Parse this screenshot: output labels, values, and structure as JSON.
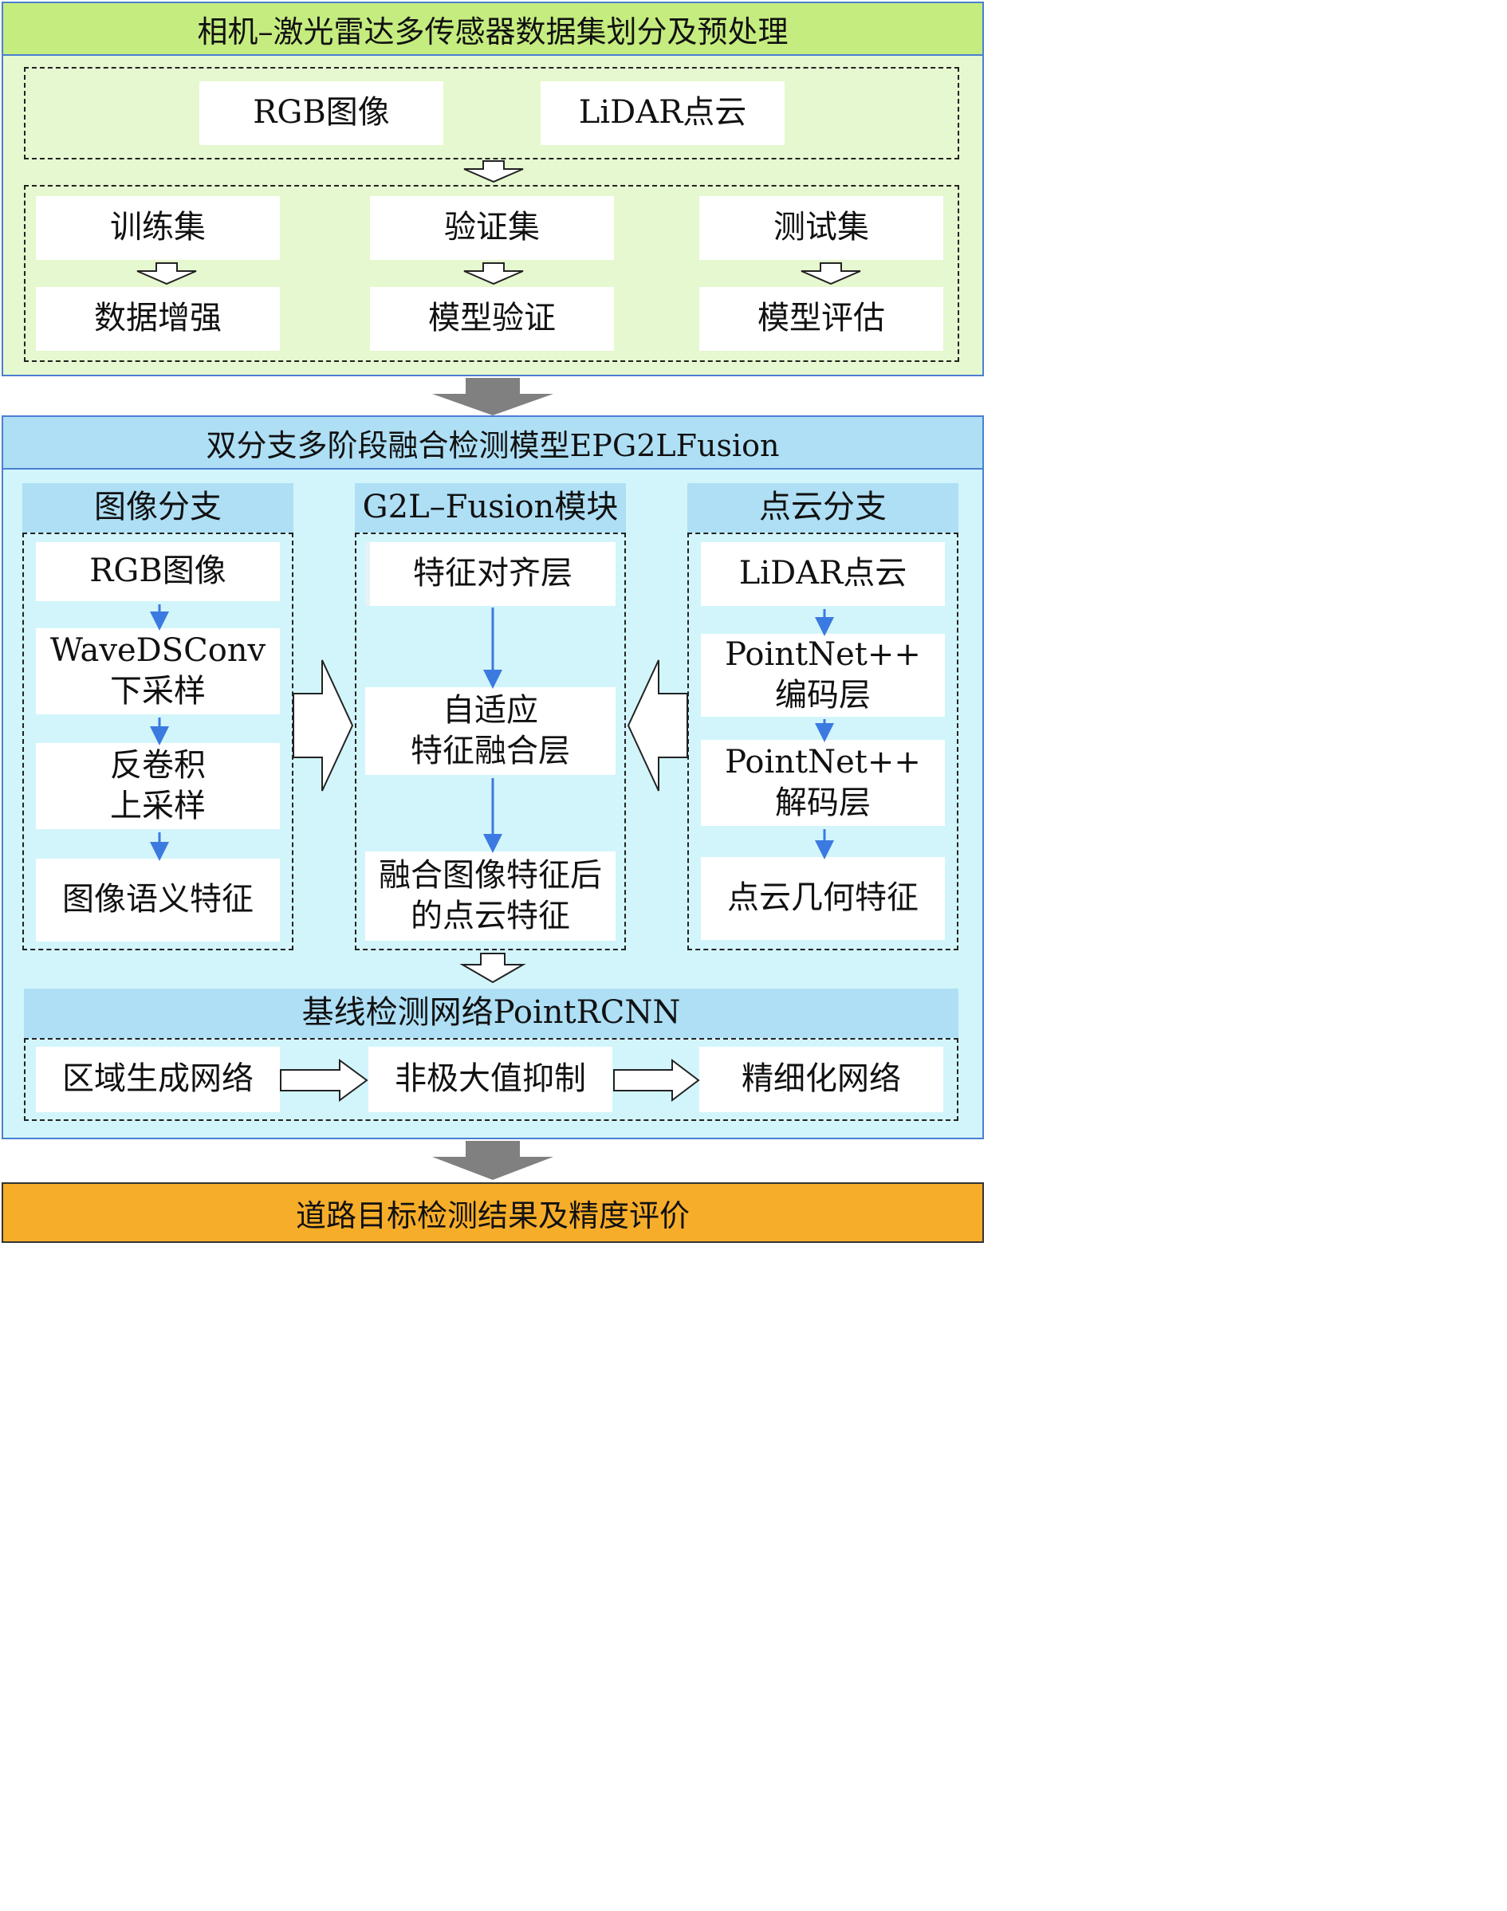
{
  "section1": {
    "title": "相机–激光雷达多传感器数据集划分及预处理",
    "inputs": [
      "RGB图像",
      "LiDAR点云"
    ],
    "splits": [
      {
        "name": "训练集",
        "step": "数据增强"
      },
      {
        "name": "验证集",
        "step": "模型验证"
      },
      {
        "name": "测试集",
        "step": "模型评估"
      }
    ]
  },
  "section2": {
    "title": "双分支多阶段融合检测模型EPG2LFusion",
    "image_branch": {
      "title": "图像分支",
      "steps": [
        "RGB图像",
        "WaveDSConv\n下采样",
        "反卷积\n上采样",
        "图像语义特征"
      ]
    },
    "fusion_module": {
      "title": "G2L–Fusion模块",
      "steps": [
        "特征对齐层",
        "自适应\n特征融合层",
        "融合图像特征后\n的点云特征"
      ]
    },
    "point_branch": {
      "title": "点云分支",
      "steps": [
        "LiDAR点云",
        "PointNet++\n编码层",
        "PointNet++\n解码层",
        "点云几何特征"
      ]
    },
    "baseline": {
      "title": "基线检测网络PointRCNN",
      "steps": [
        "区域生成网络",
        "非极大值抑制",
        "精细化网络"
      ]
    }
  },
  "section3": {
    "title": "道路目标检测结果及精度评价"
  },
  "colors": {
    "section1_bg": "#e6f8cf",
    "section1_title": "#c5ec7e",
    "section2_bg": "#d2f5fb",
    "section2_title": "#aedff5",
    "section3_bg": "#f6ad2a",
    "panel_border": "#4a7fd1",
    "flow_arrow": "#3b7ae0",
    "stage_arrow": "#808080"
  }
}
